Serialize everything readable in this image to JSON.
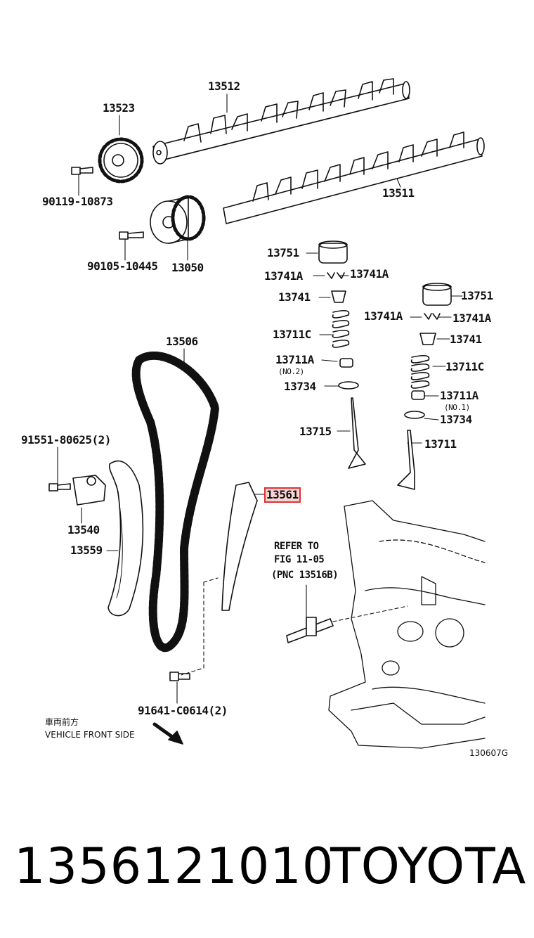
{
  "labels": {
    "l13512": "13512",
    "l13523": "13523",
    "l90119": "90119-10873",
    "l90105": "90105-10445",
    "l13050": "13050",
    "l13511": "13511",
    "l13751a": "13751",
    "l13741Aa": "13741A",
    "l13741Ab": "13741A",
    "l13741a": "13741",
    "l13711Ca": "13711C",
    "l13711Aa": "13711A",
    "no2": "(NO.2)",
    "l13734a": "13734",
    "l13715": "13715",
    "l13751b": "13751",
    "l13741Ac": "13741A",
    "l13741Ad": "13741A",
    "l13741b": "13741",
    "l13711Cb": "13711C",
    "l13711Ab": "13711A",
    "no1": "(NO.1)",
    "l13734b": "13734",
    "l13711": "13711",
    "l13506": "13506",
    "l91551": "91551-80625(2)",
    "l13540": "13540",
    "l13559": "13559",
    "l13561": "13561",
    "refer1": "REFER TO",
    "refer2": "FIG 11-05",
    "refer3": "(PNC 13516B)",
    "l91641": "91641-C0614(2)",
    "front_jp": "車両前方",
    "front_en": "VEHICLE FRONT SIDE",
    "fig_code": "130607G"
  },
  "footer": {
    "part_number": "1356121010",
    "brand": "TOYOTA"
  },
  "highlight_color": "#e0322f"
}
